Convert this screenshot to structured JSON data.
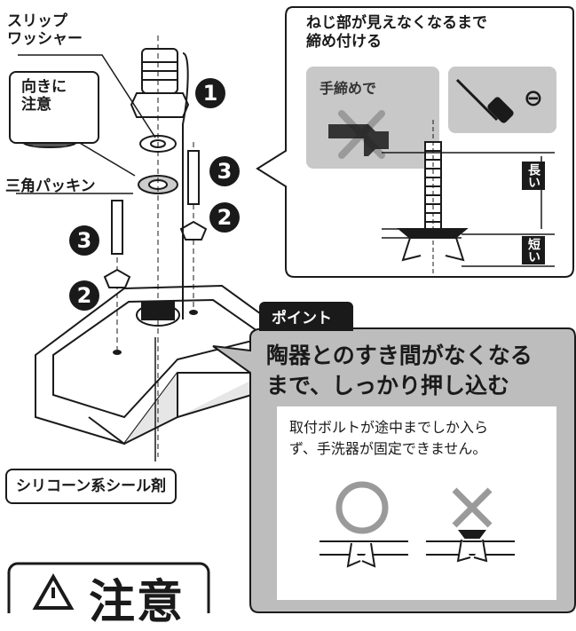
{
  "labels": {
    "slip_washer": [
      "スリップ",
      "ワッシャー"
    ],
    "orientation_note": [
      "向きに",
      "注意"
    ],
    "triangle_packing": "三角パッキン",
    "silicone_sealant": "シリコーン系シール剤"
  },
  "step_numbers": {
    "one": "1",
    "two": "2",
    "three": "3"
  },
  "tip_bubble": {
    "text": [
      "ねじ部が見えなくなるまで",
      "締め付ける"
    ],
    "by_hand": "手締めで",
    "screwdriver_symbol": "⊖",
    "long_label": "長い",
    "short_label": "短い"
  },
  "point": {
    "tag": "ポイント",
    "heading": [
      "陶器とのすき間がなくなる",
      "まで、しっかり押し込む"
    ],
    "note": [
      "取付ボルトが途中までしか入ら",
      "ず、手洗器が固定できません。"
    ],
    "good_symbol": "○",
    "bad_symbol": "×"
  },
  "caution": {
    "text": "注意",
    "icon": "warning-triangle-icon"
  },
  "colors": {
    "ink": "#1a1a1a",
    "gray_panel": "#c8c8c8",
    "x_mark": "#9a9a9a"
  }
}
